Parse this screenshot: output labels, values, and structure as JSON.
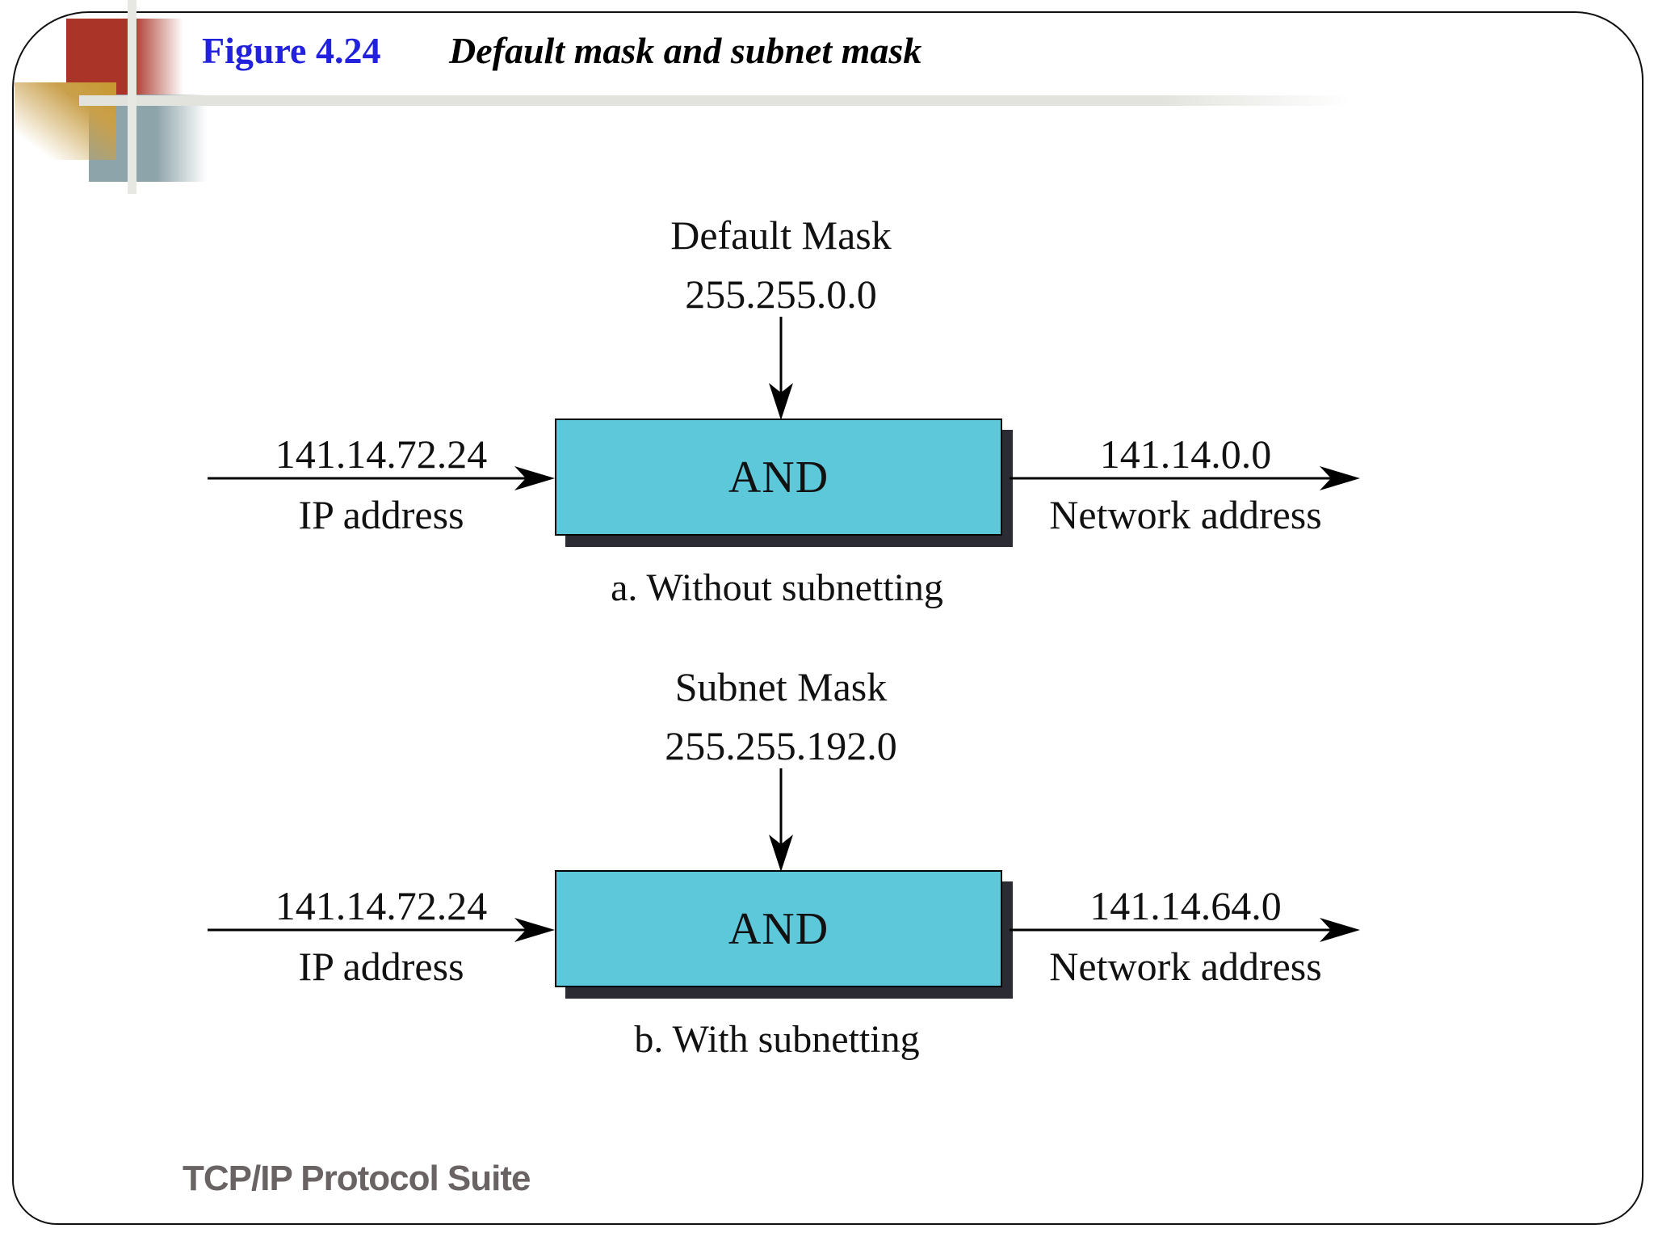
{
  "header": {
    "figure_label": "Figure 4.24",
    "figure_title": "Default mask and subnet mask"
  },
  "footer": {
    "text": "TCP/IP Protocol Suite"
  },
  "colors": {
    "box_fill": "#5ec8db",
    "box_shadow_color": "#2b2b33",
    "title_blue": "#2222dd",
    "footer_gray": "#6a6363",
    "accent_red": "#a93427",
    "accent_gold": "#c8982f",
    "accent_slate": "#8da4aa",
    "band_gray": "#e3e3de"
  },
  "diagrams": [
    {
      "mask_label": "Default Mask",
      "mask_value": "255.255.0.0",
      "input_value": "141.14.72.24",
      "input_label": "IP address",
      "operation": "AND",
      "output_value": "141.14.0.0",
      "output_label": "Network address",
      "caption": "a. Without subnetting"
    },
    {
      "mask_label": "Subnet Mask",
      "mask_value": "255.255.192.0",
      "input_value": "141.14.72.24",
      "input_label": "IP address",
      "operation": "AND",
      "output_value": "141.14.64.0",
      "output_label": "Network address",
      "caption": "b. With subnetting"
    }
  ]
}
